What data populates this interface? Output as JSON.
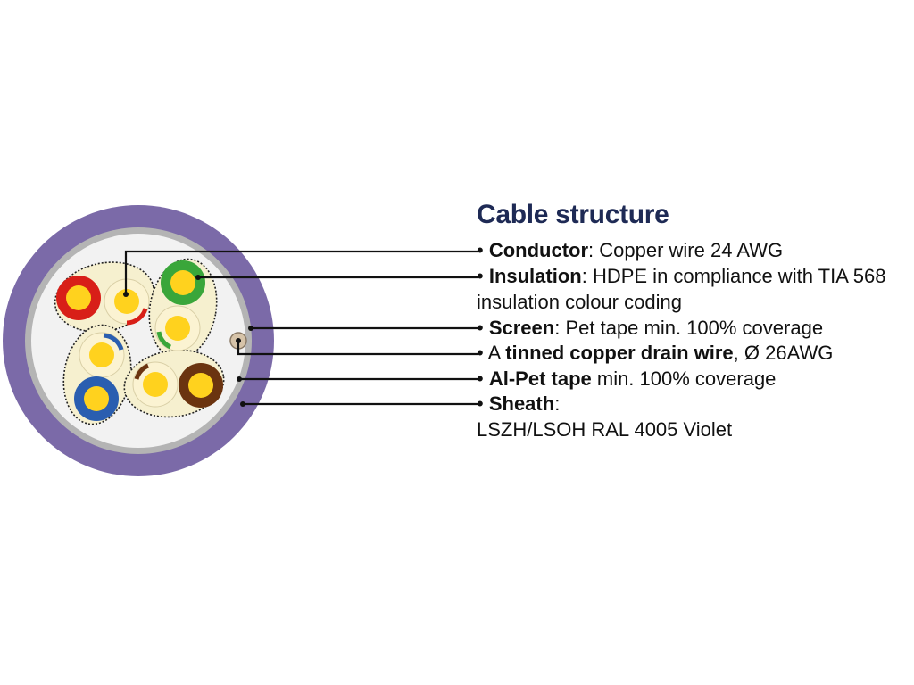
{
  "title": "Cable structure",
  "bullet": "•",
  "colors": {
    "sheath": "#7b6aa8",
    "inner_ring": "#b4b4b4",
    "core_fill": "#f2f2f2",
    "pair_fill": "#f6f0cf",
    "insulation_neutral": "#fbf3d2",
    "conductor": "#ffd21e",
    "drain_wire": "#d6c3a8",
    "pair_orange": "#d81f18",
    "pair_green": "#3aa63a",
    "pair_blue": "#2a5eb0",
    "pair_brown": "#6b3410",
    "leader": "#111111",
    "title": "#1e2a55"
  },
  "legend": [
    {
      "pre": "",
      "bold": "Conductor",
      "post": ": Copper wire 24 AWG"
    },
    {
      "pre": "",
      "bold": "Insulation",
      "post": ": HDPE in compliance with TIA 568",
      "cont": "insulation colour coding"
    },
    {
      "pre": "",
      "bold": "Screen",
      "post": ": Pet tape min. 100% coverage"
    },
    {
      "pre": "A ",
      "bold": "tinned copper drain wire",
      "post": ", Ø 26AWG"
    },
    {
      "pre": "",
      "bold": "Al-Pet tape",
      "post": " min. 100% coverage"
    },
    {
      "pre": "",
      "bold": "Sheath",
      "post": ":",
      "cont": "LSZH/LSOH RAL 4005 Violet"
    }
  ]
}
